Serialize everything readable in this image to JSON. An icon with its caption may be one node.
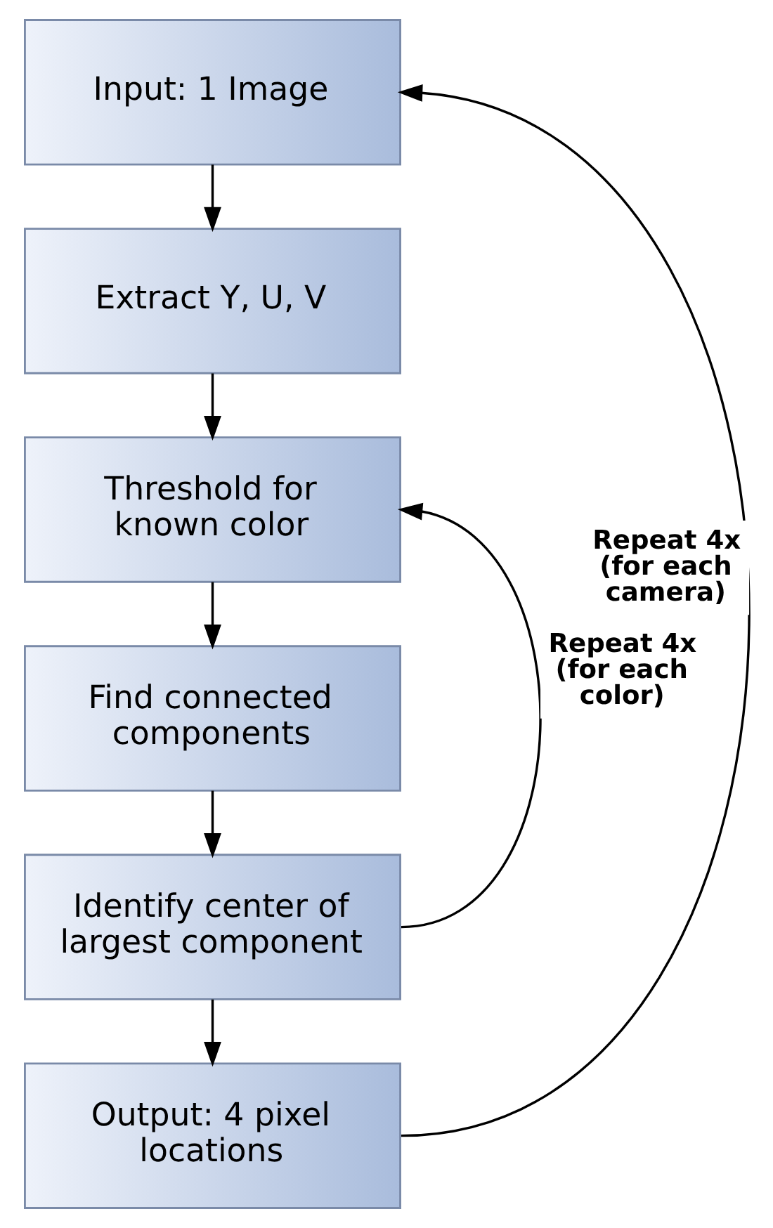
{
  "diagram": {
    "nodes": [
      {
        "text": [
          "Input: 1 Image"
        ]
      },
      {
        "text": [
          "Extract Y, U, V"
        ]
      },
      {
        "text": [
          "Threshold for known color"
        ]
      },
      {
        "text": [
          "Find connected components"
        ]
      },
      {
        "text": [
          "Identify center of largest component"
        ]
      },
      {
        "text": [
          "Output: 4 pixel locations"
        ]
      }
    ],
    "edges": [
      {
        "from": 0,
        "to": 1,
        "arrow": "to"
      },
      {
        "from": 1,
        "to": 2,
        "arrow": "to"
      },
      {
        "from": 2,
        "to": 3,
        "arrow": "to"
      },
      {
        "from": 3,
        "to": 4,
        "arrow": "to"
      },
      {
        "from": 4,
        "to": 5,
        "arrow": "to"
      },
      {
        "from": 4,
        "to": 2,
        "arrow": "to",
        "label": "Repeat 4x (for each color)"
      },
      {
        "from": 5,
        "to": 0,
        "arrow": "to",
        "label": "Repeat 4x (for each camera)"
      }
    ]
  }
}
